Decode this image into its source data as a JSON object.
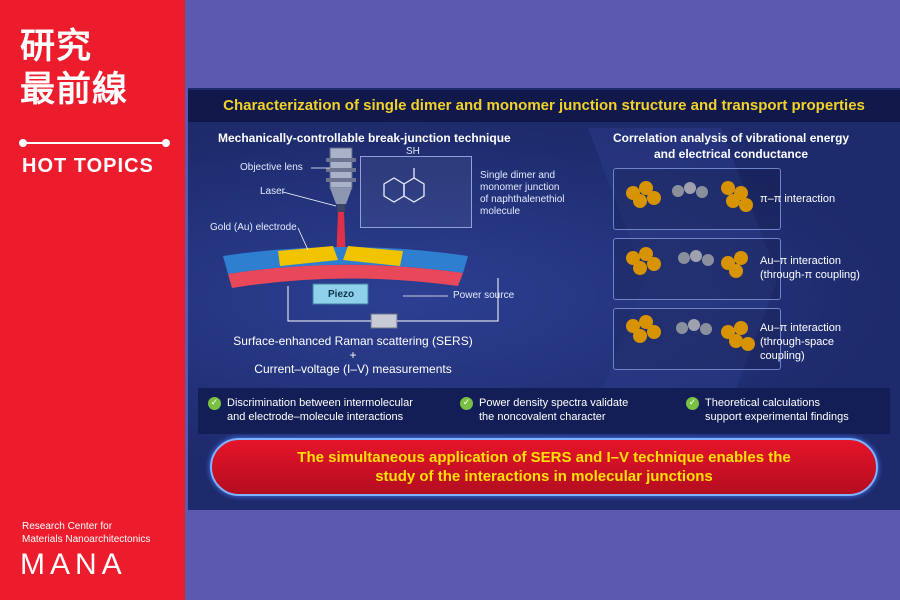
{
  "sidebar": {
    "title_jp": "研究\n最前線",
    "section": "HOT TOPICS",
    "org_name": "Research Center for\nMaterials Nanoarchitectonics",
    "org_short": "MANA"
  },
  "diagram": {
    "headline": "Characterization of single dimer and monomer junction structure and transport properties",
    "left_title": "Mechanically-controllable break-junction technique",
    "right_title": "Correlation analysis of vibrational energy\nand electrical conductance",
    "labels": {
      "objective_lens": "Objective lens",
      "laser": "Laser",
      "gold_electrode": "Gold (Au) electrode",
      "piezo": "Piezo",
      "power_source": "Power source",
      "sh": "SH",
      "molecule_desc": "Single dimer and\nmonomer junction\nof naphthalenethiol\nmolecule"
    },
    "technique_caption": {
      "line1": "Surface-enhanced Raman scattering (SERS)",
      "plus": "+",
      "line3": "Current–voltage (I–V) measurements"
    },
    "interactions": [
      {
        "label": "π–π interaction"
      },
      {
        "label": "Au–π interaction\n(through-π coupling)"
      },
      {
        "label": "Au–π interaction\n(through-space\ncoupling)"
      }
    ],
    "findings": [
      {
        "text": "Discrimination between intermolecular\nand electrode–molecule interactions"
      },
      {
        "text": "Power density spectra validate\nthe noncovalent character"
      },
      {
        "text": "Theoretical calculations\nsupport experimental findings"
      }
    ],
    "conclusion": "The simultaneous application of SERS and I–V technique enables the\nstudy of the interactions in molecular junctions",
    "colors": {
      "sidebar": "#ec1c2d",
      "background": "#5b59b0",
      "panel": "#1d2a6b",
      "headline": "#f2d22a",
      "banner": "#e5142a",
      "check": "#7ac143",
      "gold_atom": "#f5a800"
    }
  }
}
